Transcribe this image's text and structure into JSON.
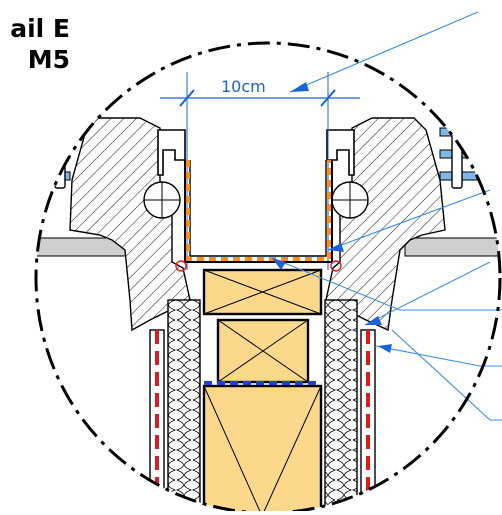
{
  "detail": {
    "title_line1": "ail E",
    "title_line2": "M5",
    "dimension_label": "10cm"
  },
  "colors": {
    "line": "#000000",
    "leader": "#3b8ee8",
    "dimension": "#1a63d6",
    "timber": "#fbd88c",
    "membrane_orange": "#ff8c1a",
    "seal_red": "#e01b1b",
    "glass_blue": "#7fb8e6",
    "tape_blue": "#1f3fd1",
    "sill_grey": "#cfcfcf"
  }
}
